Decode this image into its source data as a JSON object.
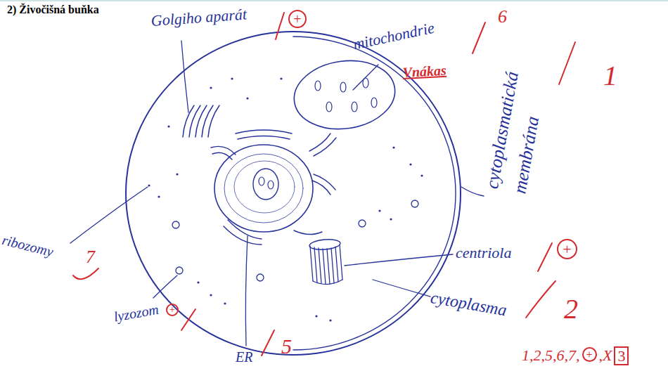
{
  "diagram": {
    "title": "2) Živočišná buňka",
    "labels": [
      "Golgiho aparát",
      "+",
      "6",
      "mitochondrie",
      "Vnákas",
      "cytoplasmatická membrána",
      "1",
      "centriola",
      "+",
      "cytoplasma",
      "2",
      "ribozomy",
      "7",
      "lyzozom",
      "+",
      "ER",
      "5",
      "1,2,5,6,7,",
      "+",
      ",X",
      "3"
    ]
  }
}
